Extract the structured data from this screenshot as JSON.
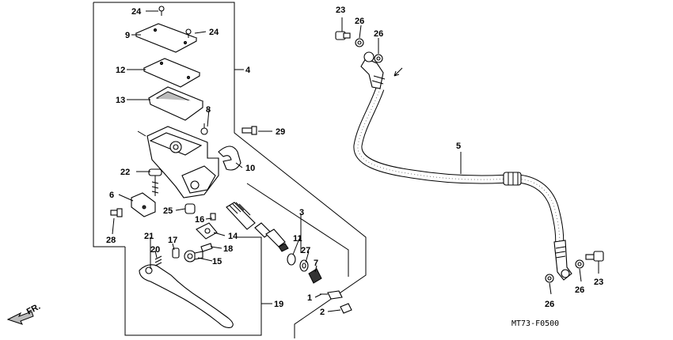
{
  "diagram_code": "MT73-F0500",
  "direction_label": "FR.",
  "callouts": {
    "p24a": "24",
    "p24b": "24",
    "p9": "9",
    "p12": "12",
    "p13": "13",
    "p4": "4",
    "p8": "8",
    "p29": "29",
    "p10": "10",
    "p22": "22",
    "p6": "6",
    "p25": "25",
    "p28": "28",
    "p16": "16",
    "p14": "14",
    "p21": "21",
    "p17": "17",
    "p18": "18",
    "p20": "20",
    "p15": "15",
    "p19": "19",
    "p3": "3",
    "p11": "11",
    "p27": "27",
    "p7": "7",
    "p1": "1",
    "p2": "2",
    "p23a": "23",
    "p26a": "26",
    "p26b": "26",
    "p5": "5",
    "p23b": "23",
    "p26c": "26",
    "p26d": "26"
  }
}
